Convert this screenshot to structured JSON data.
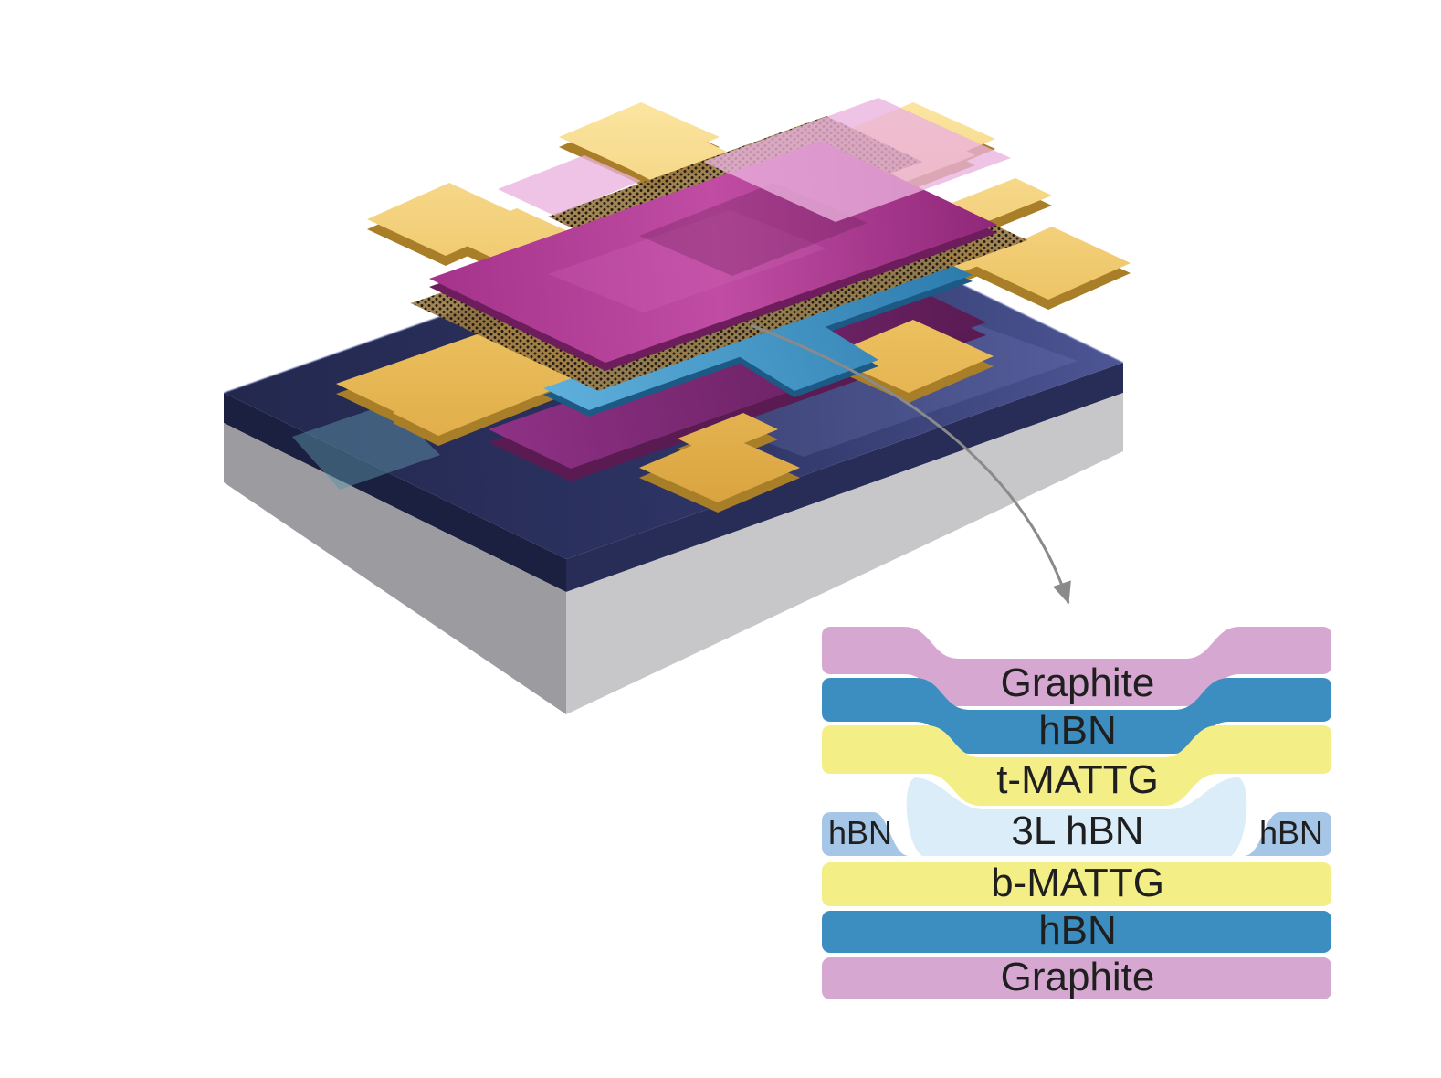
{
  "stack": {
    "layers": [
      {
        "label": "Graphite",
        "color": "#d6a8d1"
      },
      {
        "label": "hBN",
        "color": "#3c8ec1"
      },
      {
        "label": "t-MATTG",
        "color": "#f4ee87"
      },
      {
        "label": "3L hBN",
        "color": "#daedf8"
      },
      {
        "label": "b-MATTG",
        "color": "#f4ee87"
      },
      {
        "label": "hBN",
        "color": "#3c8ec1"
      },
      {
        "label": "Graphite",
        "color": "#d6a8d1"
      }
    ],
    "side_blocks": {
      "left": {
        "label": "hBN",
        "color": "#a6c6e8"
      },
      "right": {
        "label": "hBN",
        "color": "#a6c6e8"
      }
    },
    "label_color": "#1f1f1f"
  },
  "device": {
    "colors": {
      "substrate_dark": "#23284e",
      "substrate_mid": "#2e3464",
      "substrate_light": "#4d5695",
      "substrate_sheen": "#7b84c2",
      "oxide_edge": "#1b2040",
      "oxide_edge_light": "#272d56",
      "si_gray": "#9c9ca0",
      "si_gray_light": "#c7c7ca",
      "teal_patch": "#5c8fa6",
      "gold_light": "#fce7a4",
      "gold_mid": "#ecc05e",
      "gold_deep": "#d9a33f",
      "gold_under": "#a87f28",
      "magenta_light": "#c04da3",
      "magenta_mid": "#a5338b",
      "magenta_dark": "#8f2678",
      "magenta_under": "#6e1d5c",
      "magenta_sheen": "#d86ec0",
      "magenta_shadow": "#5f1850",
      "pink_translucent": "#eab2de",
      "blue_light": "#5fb0dc",
      "blue_mid": "#2d7cae",
      "blue_under": "#1c5a85",
      "purple_gate": "#8f3186",
      "purple_gate_dark": "#5a1b53",
      "mesh_base": "#9a7b45",
      "mesh_dot": "#241b12",
      "arrow": "#8a8a8a"
    }
  }
}
